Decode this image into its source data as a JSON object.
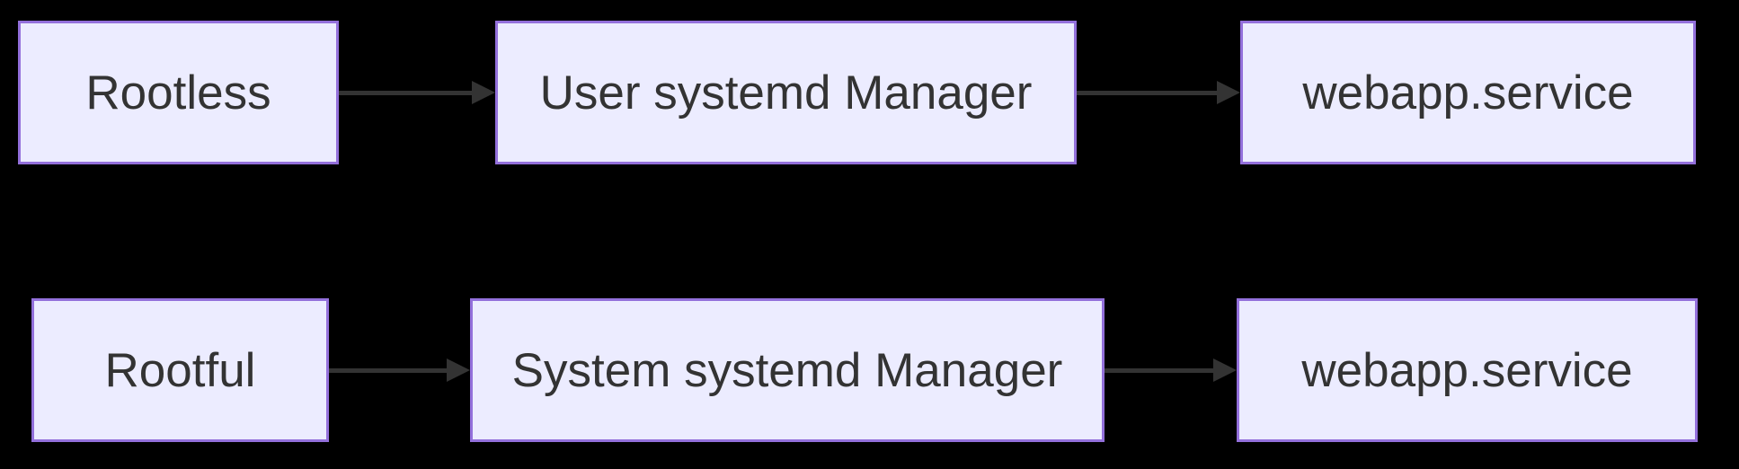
{
  "diagram": {
    "type": "flowchart-left-to-right",
    "colors": {
      "background": "#000000",
      "node_fill": "#ECECFF",
      "node_border": "#9370DB",
      "text": "#333333",
      "arrow": "#333333"
    },
    "rows": [
      {
        "nodes": [
          {
            "id": "rootless",
            "label": "Rootless"
          },
          {
            "id": "user-systemd-manager",
            "label": "User systemd Manager"
          },
          {
            "id": "webapp-service-user",
            "label": "webapp.service"
          }
        ]
      },
      {
        "nodes": [
          {
            "id": "rootful",
            "label": "Rootful"
          },
          {
            "id": "system-systemd-manager",
            "label": "System systemd Manager"
          },
          {
            "id": "webapp-service-system",
            "label": "webapp.service"
          }
        ]
      }
    ],
    "edges": [
      {
        "from": "Rootless",
        "to": "User systemd Manager"
      },
      {
        "from": "User systemd Manager",
        "to": "webapp.service"
      },
      {
        "from": "Rootful",
        "to": "System systemd Manager"
      },
      {
        "from": "System systemd Manager",
        "to": "webapp.service"
      }
    ]
  }
}
